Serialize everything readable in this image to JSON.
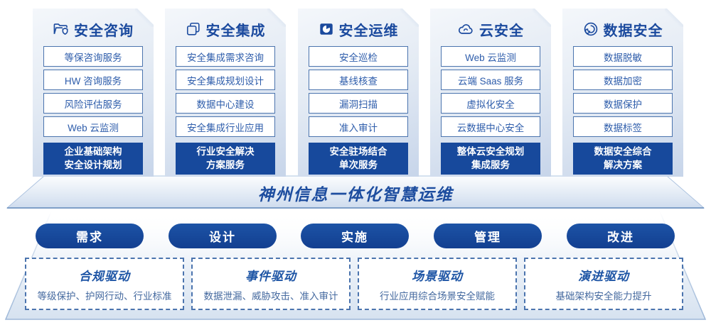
{
  "columns": [
    {
      "title": "安全咨询",
      "icon": "folder-shield-icon",
      "items": [
        "等保咨询服务",
        "HW 咨询服务",
        "风险评估服务",
        "Web 云监测"
      ],
      "footer": "企业基础架构\n安全设计规划"
    },
    {
      "title": "安全集成",
      "icon": "stacked-documents-icon",
      "items": [
        "安全集成需求咨询",
        "安全集成规划设计",
        "数据中心建设",
        "安全集成行业应用"
      ],
      "footer": "行业安全解决\n方案服务"
    },
    {
      "title": "安全运维",
      "icon": "monitor-pie-icon",
      "items": [
        "安全巡检",
        "基线核查",
        "漏洞扫描",
        "准入审计"
      ],
      "footer": "安全驻场结合\n单次服务"
    },
    {
      "title": "云安全",
      "icon": "cloud-icon",
      "items": [
        "Web 云监测",
        "云端 Saas 服务",
        "虚拟化安全",
        "云数据中心安全"
      ],
      "footer": "整体云安全规划\n集成服务"
    },
    {
      "title": "数据安全",
      "icon": "spiral-shield-icon",
      "items": [
        "数据脱敏",
        "数据加密",
        "数据保护",
        "数据标签"
      ],
      "footer": "数据安全综合\n解决方案"
    }
  ],
  "banner": {
    "title": "神州信息一体化智慧运维"
  },
  "phases": [
    "需求",
    "设计",
    "实施",
    "管理",
    "改进"
  ],
  "drivers": [
    {
      "title": "合规驱动",
      "desc": "等级保护、护网行动、行业标准"
    },
    {
      "title": "事件驱动",
      "desc": "数据泄漏、威胁攻击、准入审计"
    },
    {
      "title": "场景驱动",
      "desc": "行业应用综合场景安全赋能"
    },
    {
      "title": "演进驱动",
      "desc": "基础架构安全能力提升"
    }
  ],
  "colors": {
    "primary_dark_blue": "#17499c",
    "title_blue": "#1b4a9e",
    "item_border_blue": "#4b74ae",
    "item_text_blue": "#2e5dab",
    "card_gradient_top": "#f4f7fb",
    "card_gradient_bottom": "#c7d5ea",
    "platform_edge": "#a9c0dd",
    "desc_text": "#44699f"
  }
}
